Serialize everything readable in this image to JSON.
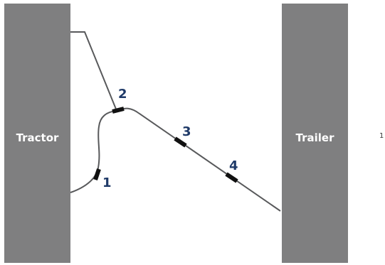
{
  "diagram": {
    "tractor_label": "Tractor",
    "trailer_label": "Trailer",
    "connectors": [
      {
        "label": "1"
      },
      {
        "label": "2"
      },
      {
        "label": "3"
      },
      {
        "label": "4"
      }
    ],
    "page_number": "1"
  },
  "colors": {
    "panel": "#7f7f80",
    "panel_text": "#ffffff",
    "number_text": "#1f3a68",
    "cable": "#58595b",
    "connector": "#111111"
  }
}
